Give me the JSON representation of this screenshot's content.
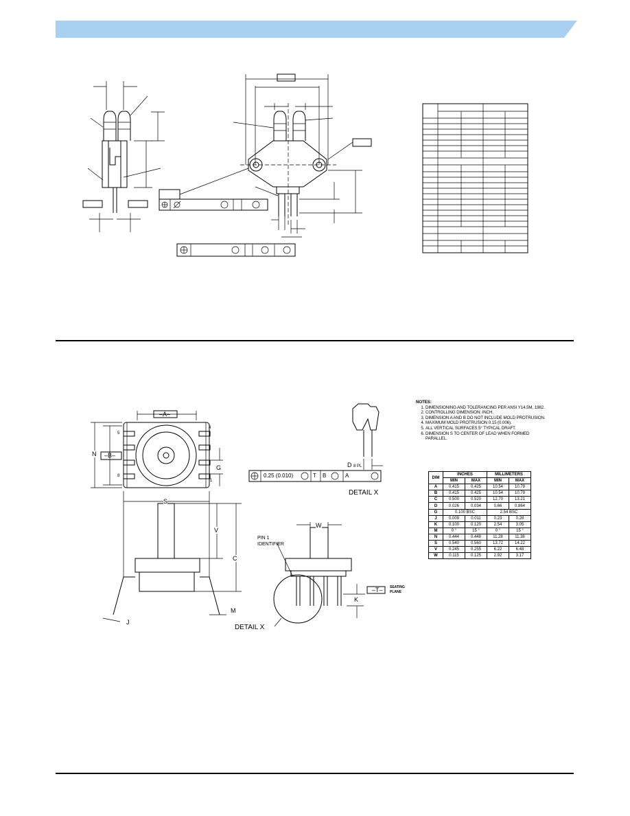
{
  "header": {
    "band_color": "#a8d0f0"
  },
  "bottom_section": {
    "letters": {
      "A": "A",
      "B": "B",
      "N": "N",
      "S": "S",
      "C": "C",
      "V": "V",
      "W": "W",
      "G": "G",
      "K": "K",
      "J": "J",
      "M": "M",
      "D": "D",
      "T": "T"
    },
    "pin_labels": {
      "p5": "5",
      "p4": "4",
      "p8": "8",
      "p1": "1"
    },
    "d_suffix": "8 PL",
    "tolerance": {
      "value": "0.25 (0.010)",
      "datum_t": "T",
      "datum_b": "B",
      "datum_a": "A"
    },
    "detail_x": "DETAIL X",
    "pin1": "PIN 1",
    "identifier": "IDENTIFIER",
    "seating": "SEATING",
    "plane": "PLANE"
  },
  "notes": {
    "heading": "NOTES:",
    "items": [
      "DIMENSIONING AND TOLERANCING PER ANSI Y14.5M, 1982.",
      "CONTROLLING DIMENSION: INCH.",
      "DIMENSION A AND B DO NOT INCLUDE MOLD PROTRUSION.",
      "MAXIMUM MOLD PROTRUSION 0.15 (0.006).",
      "ALL VERTICAL SURFACES 5° TYPICAL DRAFT.",
      "DIMENSION S TO CENTER OF LEAD WHEN FORMED PARALLEL."
    ]
  },
  "dim_table": {
    "headers": {
      "dim": "DIM",
      "inches": "INCHES",
      "mm": "MILLIMETERS",
      "min": "MIN",
      "max": "MAX"
    },
    "rows": [
      {
        "dim": "A",
        "in_min": "0.415",
        "in_max": "0.425",
        "mm_min": "10.54",
        "mm_max": "10.79"
      },
      {
        "dim": "B",
        "in_min": "0.415",
        "in_max": "0.425",
        "mm_min": "10.54",
        "mm_max": "10.79"
      },
      {
        "dim": "C",
        "in_min": "0.500",
        "in_max": "0.520",
        "mm_min": "12.70",
        "mm_max": "13.21"
      },
      {
        "dim": "D",
        "in_min": "0.026",
        "in_max": "0.034",
        "mm_min": "0.66",
        "mm_max": "0.864"
      },
      {
        "dim": "G",
        "in_span": "0.100 BSC",
        "mm_span": "2.54 BSC"
      },
      {
        "dim": "J",
        "in_min": "0.009",
        "in_max": "0.011",
        "mm_min": "0.23",
        "mm_max": "0.28"
      },
      {
        "dim": "K",
        "in_min": "0.100",
        "in_max": "0.120",
        "mm_min": "2.54",
        "mm_max": "3.05"
      },
      {
        "dim": "M",
        "in_min": "0 °",
        "in_max": "15 °",
        "mm_min": "0 °",
        "mm_max": "15 °"
      },
      {
        "dim": "N",
        "in_min": "0.444",
        "in_max": "0.448",
        "mm_min": "11.28",
        "mm_max": "11.38"
      },
      {
        "dim": "S",
        "in_min": "0.540",
        "in_max": "0.560",
        "mm_min": "13.72",
        "mm_max": "14.22"
      },
      {
        "dim": "V",
        "in_min": "0.245",
        "in_max": "0.255",
        "mm_min": "6.22",
        "mm_max": "6.48"
      },
      {
        "dim": "W",
        "in_min": "0.115",
        "in_max": "0.125",
        "mm_min": "2.92",
        "mm_max": "3.17"
      }
    ]
  }
}
